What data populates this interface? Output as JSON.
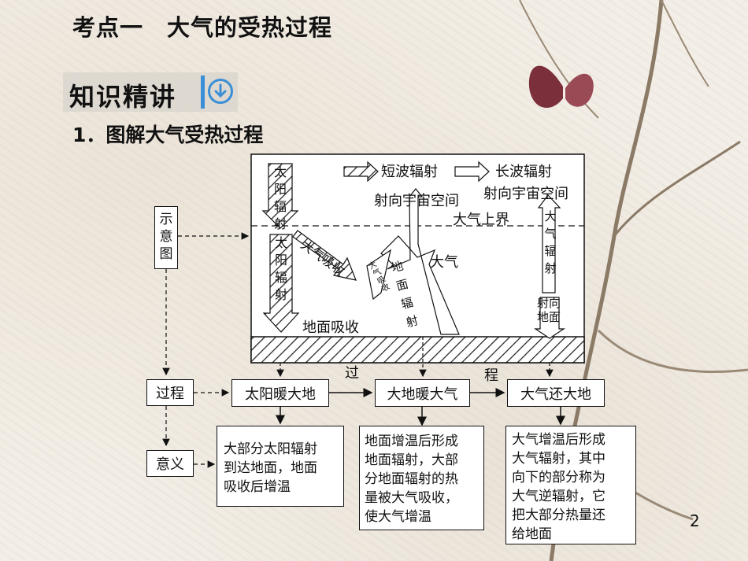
{
  "header": {
    "title": "考点一　大气的受热过程"
  },
  "section": {
    "badge": "知识精讲",
    "subtitle": "1．图解大气受热过程"
  },
  "diagram": {
    "legend": {
      "short_wave": "短波辐射",
      "long_wave": "长波辐射"
    },
    "to_space_1": "射向宇宙空间",
    "to_space_2": "射向宇宙空间",
    "upper_boundary": "大气上界",
    "atmosphere": "大气",
    "solar_radiation_top": "太阳辐射",
    "solar_radiation_bottom": "太阳辐射",
    "atmo_absorb": "大气吸收",
    "atmo_absorb_small": "大气吸收",
    "ground_radiation": "地面辐射",
    "atmo_radiation": "大气辐射",
    "to_ground": "射向地面",
    "ground_absorb": "地面吸收",
    "diagram_label": "示意图",
    "process_label": "过程",
    "meaning_label": "意义",
    "process_word_1": "过",
    "process_word_2": "程",
    "step1": "太阳暖大地",
    "step2": "大地暖大气",
    "step3": "大气还大地",
    "meaning1": [
      "大部分太阳辐射",
      "到达地面，地面",
      "吸收后增温"
    ],
    "meaning2": [
      "地面增温后形成",
      "地面辐射，大部",
      "分地面辐射的热",
      "量被大气吸收，",
      "使大气增温"
    ],
    "meaning3": [
      "大气增温后形成",
      "大气辐射，其中",
      "向下的部分称为",
      "大气逆辐射，它",
      "把大部分热量还",
      "给地面"
    ]
  },
  "page": {
    "number": "2"
  }
}
